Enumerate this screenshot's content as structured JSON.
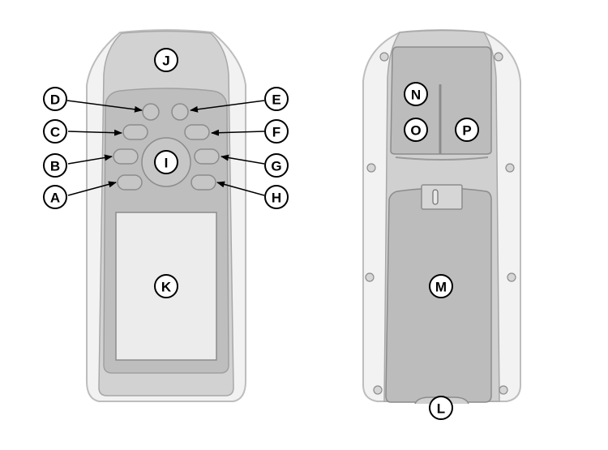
{
  "colors": {
    "outer_body": "#f2f2f2",
    "body_edge": "#bdbdbd",
    "mid_shell": "#d2d2d2",
    "face": "#bebebe",
    "keypad": "#b4b4b4",
    "button": "#c6c6c6",
    "screen": "#ececec",
    "outline": "#8c8c8c",
    "label_fill": "#ffffff",
    "label_stroke": "#000000"
  },
  "labels": {
    "A": "A",
    "B": "B",
    "C": "C",
    "D": "D",
    "E": "E",
    "F": "F",
    "G": "G",
    "H": "H",
    "I": "I",
    "J": "J",
    "K": "K",
    "L": "L",
    "M": "M",
    "N": "N",
    "O": "O",
    "P": "P"
  }
}
